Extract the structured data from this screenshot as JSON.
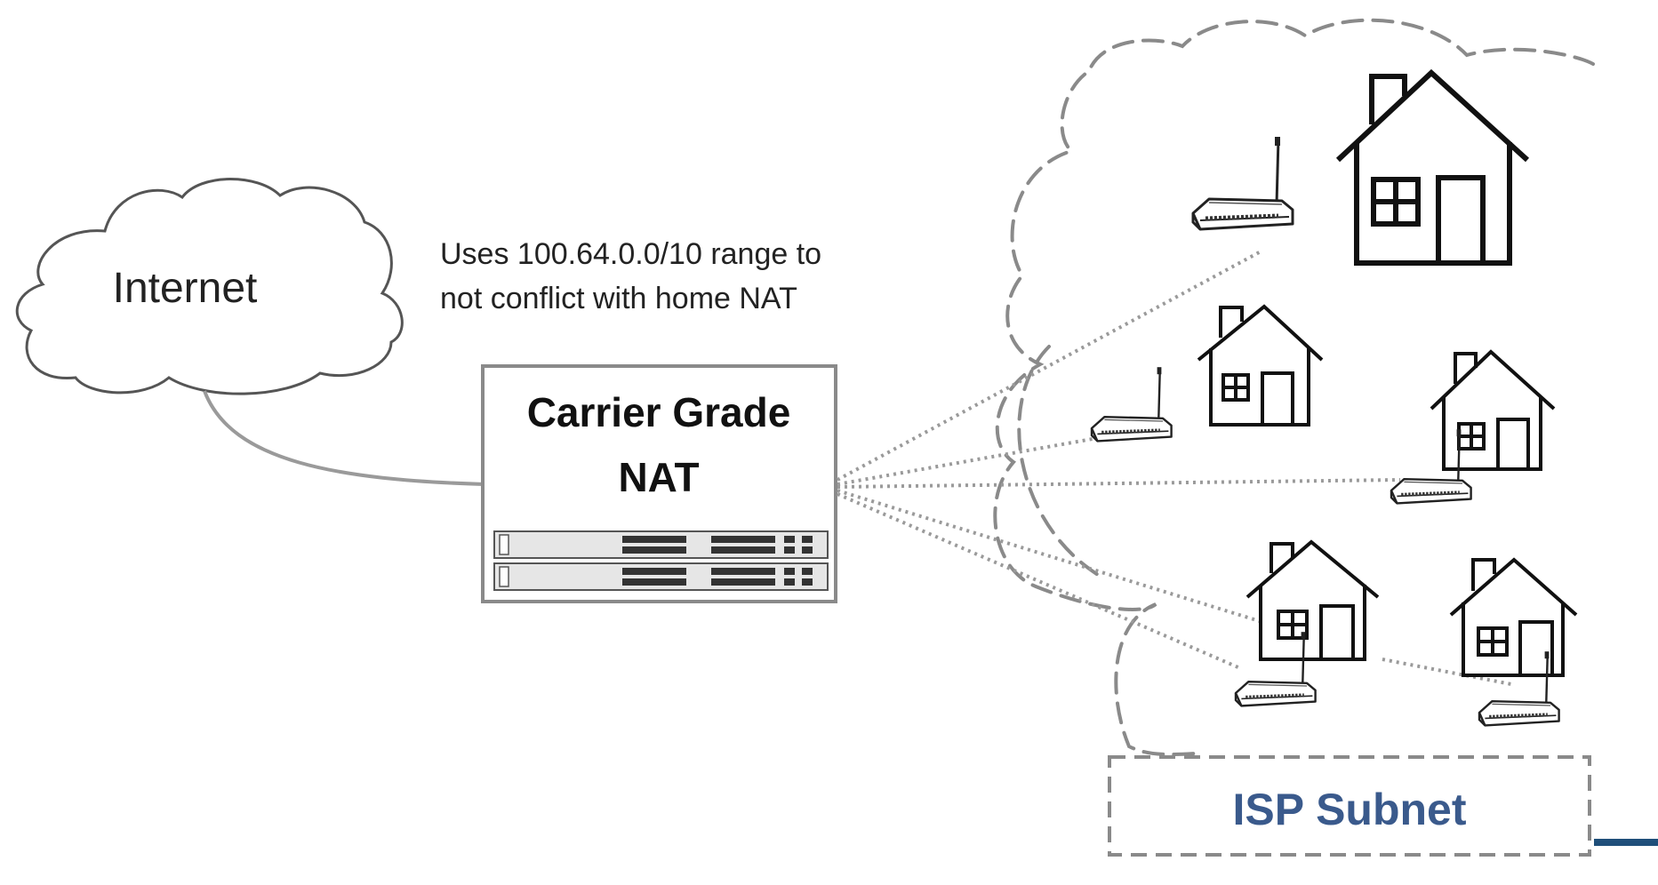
{
  "labels": {
    "internet": "Internet",
    "note_line1": "Uses 100.64.0.0/10 range to",
    "note_line2": "not conflict with home NAT",
    "cgnat_line1": "Carrier Grade",
    "cgnat_line2": "NAT",
    "isp_subnet": "ISP Subnet"
  },
  "colors": {
    "text": "#222222",
    "isp_label": "#3a5a8c",
    "dashed_outline": "#8a8a8a",
    "connection": "#9a9a9a",
    "link_line": "#9a9a9a",
    "accent": "#1f4f7a"
  },
  "icons": {
    "internet": "cloud-icon",
    "cgnat_device": "network-switch-icon",
    "home": "house-icon",
    "home_router": "wireless-router-icon"
  }
}
